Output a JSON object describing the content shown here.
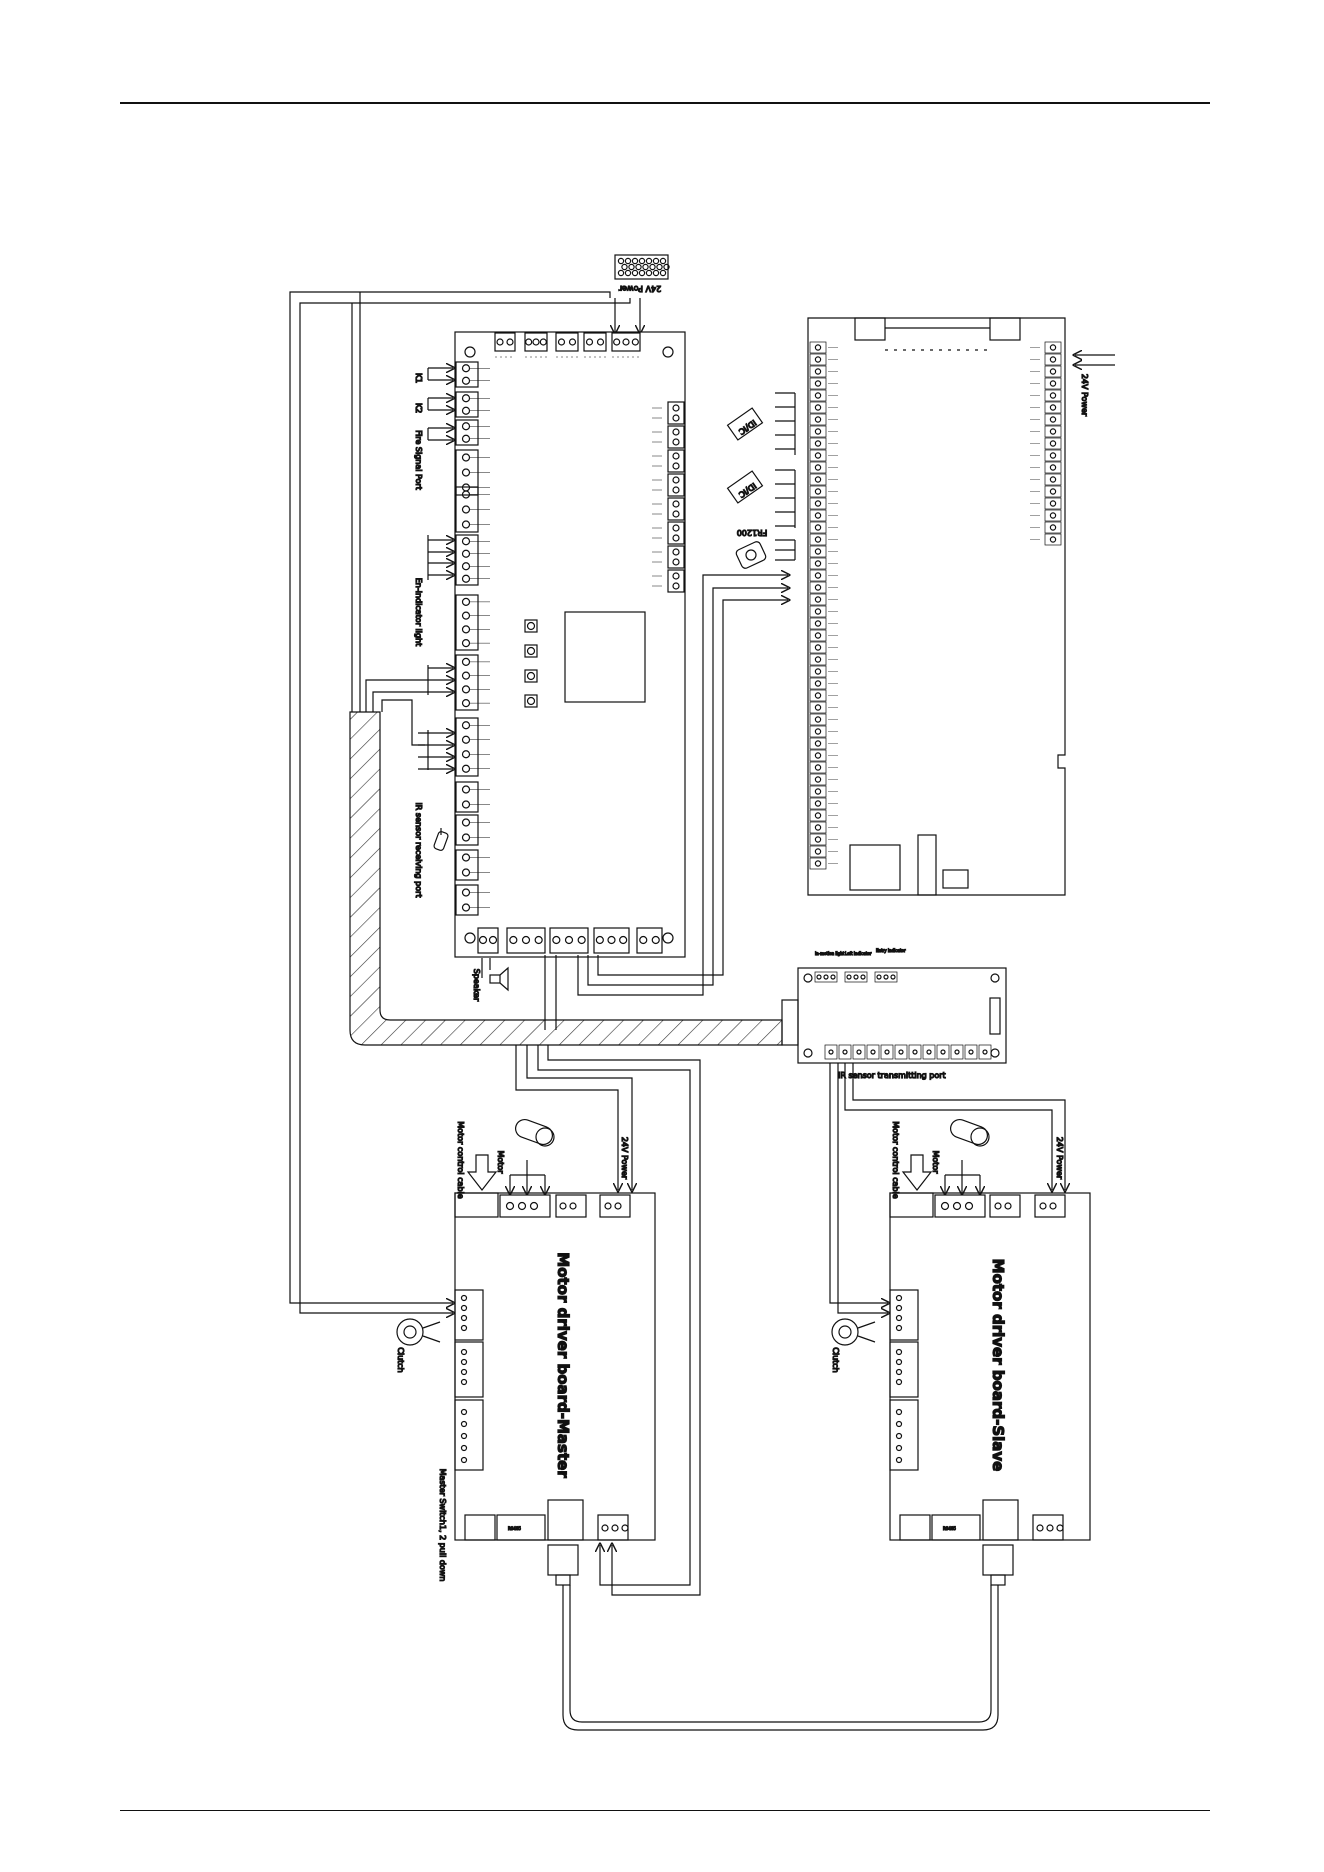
{
  "colors": {
    "ink": "#111111",
    "paper": "#ffffff",
    "hatch": "#333333"
  },
  "labels": {
    "power_top": "24V Power",
    "power_right": "24V Power",
    "power_master": "24V Power",
    "power_slave": "24V Power",
    "k1": "K1",
    "k2": "K2",
    "fire_signal": "Fire Signal Port",
    "entry_indicator": "En-indicator light",
    "ir_receiving": "IR sensor receiving port",
    "speaker": "Speaker",
    "ir_transmitting": "IR sensor transmitting port",
    "reader1": "ID/IC",
    "reader2": "ID/IC",
    "reader3": "FR1200",
    "motor_master": "Motor",
    "motor_slave": "Motor",
    "motor_cable_master": "Motor control cable",
    "motor_cable_slave": "Motor control cable",
    "board_master": "Motor driver board-Master",
    "board_slave": "Motor driver board-Slave",
    "clutch_master": "Clutch",
    "clutch_slave": "Clutch",
    "rs485_master": "RS485",
    "rs485_slave": "RS485",
    "master_switch_note": "Master Switch1, 2 pull down",
    "small_board_led1": "In-motion light",
    "small_board_led2": "Left indicator",
    "small_board_led3": "Entry indicator",
    "footer_scrap": "— ——"
  },
  "icons": [
    "power-supply-icon",
    "card-reader-icon",
    "fingerprint-reader-icon",
    "motor-icon",
    "clutch-icon",
    "speaker-icon",
    "ir-sensor-icon",
    "rj45-plug-icon"
  ]
}
